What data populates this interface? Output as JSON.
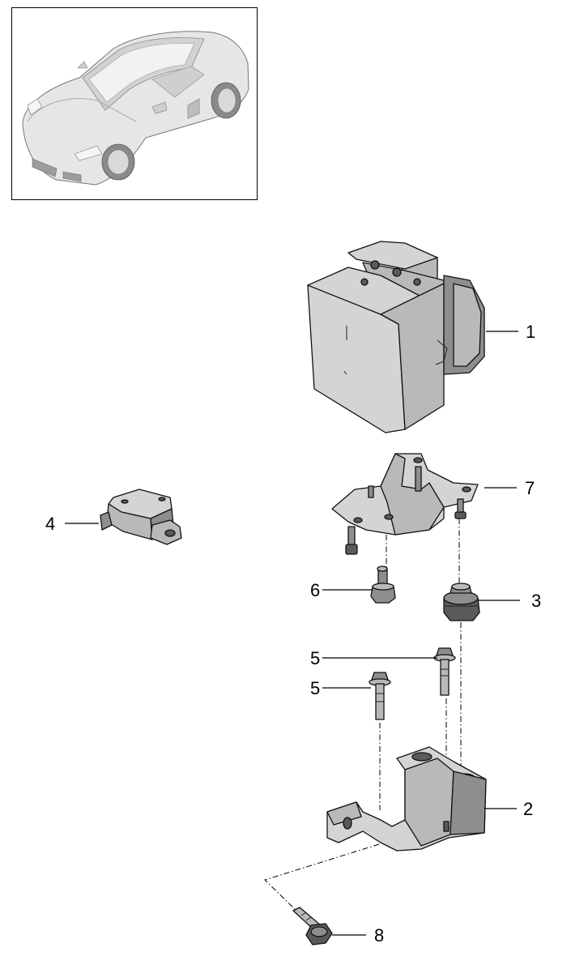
{
  "callouts": {
    "c1": "1",
    "c2": "2",
    "c3": "3",
    "c4": "4",
    "c5a": "5",
    "c5b": "5",
    "c6": "6",
    "c7": "7",
    "c8": "8"
  }
}
